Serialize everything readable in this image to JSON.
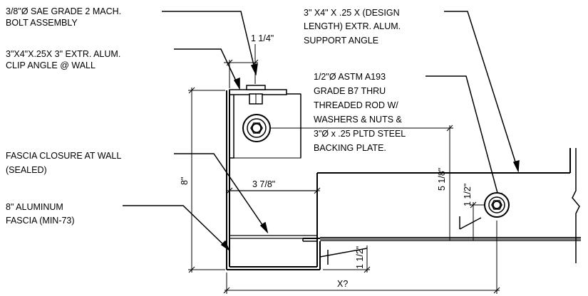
{
  "notes": {
    "bolt_assembly": [
      "3/8\"Ø SAE GRADE 2 MACH.",
      "BOLT ASSEMBLY"
    ],
    "clip_angle": [
      "3\"X4\"X.25X 3\" EXTR. ALUM.",
      "CLIP ANGLE @ WALL"
    ],
    "fascia_closure": [
      "FASCIA CLOSURE AT WALL",
      "(SEALED)"
    ],
    "aluminum_fascia": [
      "8\" ALUMINUM",
      "FASCIA (MIN-73)"
    ],
    "support_angle": [
      "3\" X4\" X .25 X (DESIGN",
      "LENGTH) EXTR. ALUM.",
      "SUPPORT ANGLE"
    ],
    "threaded_rod": [
      "1/2\"Ø ASTM A193",
      "GRADE B7 THRU",
      "THREADED ROD W/",
      "WASHERS & NUTS &",
      "3\"Ø x .25 PLTD STEEL",
      "BACKING PLATE."
    ]
  },
  "dimensions": {
    "clip_width": "1 1/4\"",
    "fascia_height": "8\"",
    "inner_width": "3 7/8\"",
    "rod_height": "5 1/8\"",
    "rod_offset": "1 1/2\"",
    "bottom_offset": "1 1/2\"",
    "overall_width": "X?"
  }
}
